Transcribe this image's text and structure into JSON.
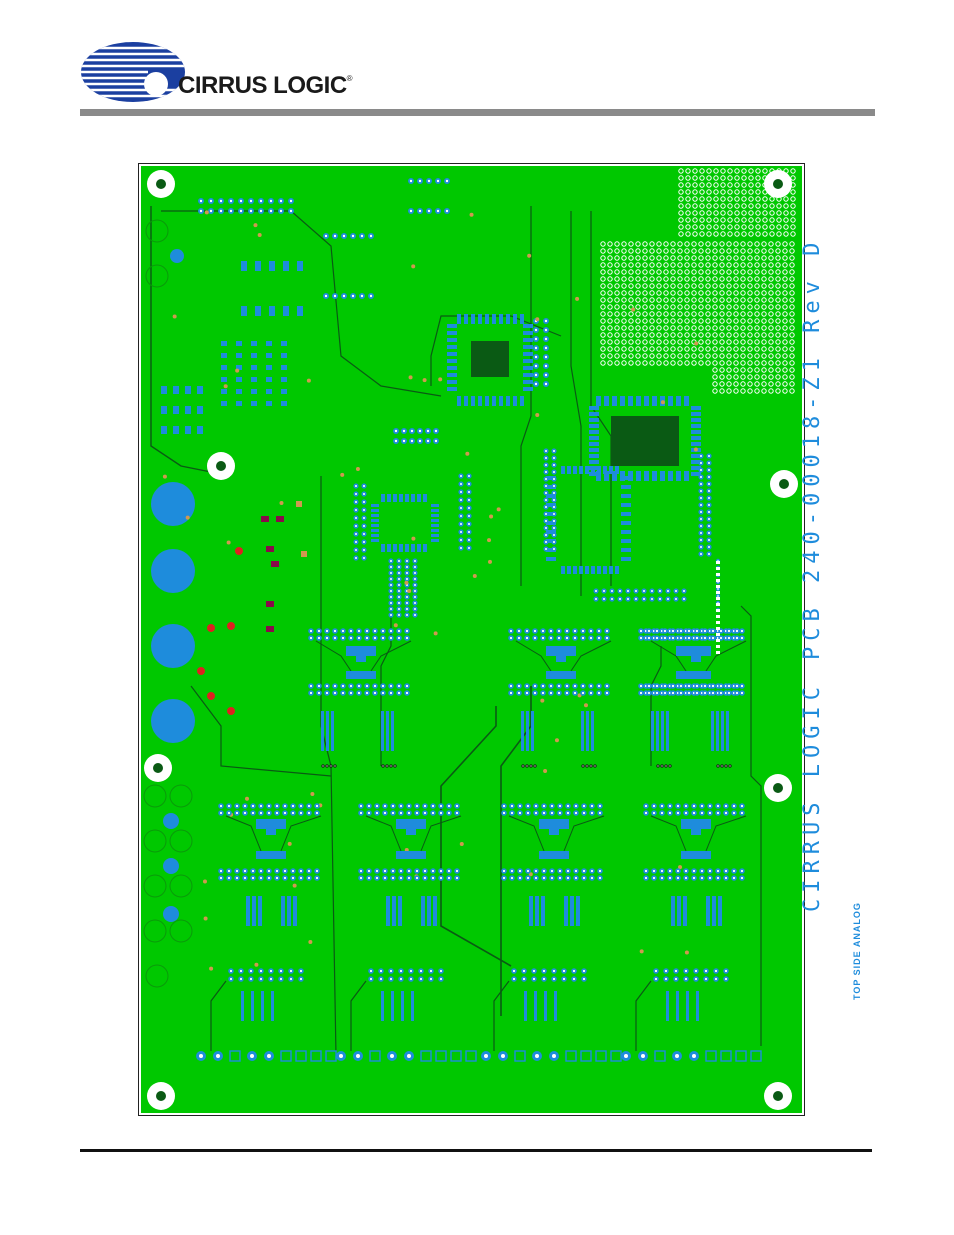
{
  "header": {
    "brand_name": "CIRRUS LOGIC",
    "trademark": "®",
    "logo_colors": {
      "blue": "#1b3fa0",
      "accent_red": "#c8102e"
    }
  },
  "board": {
    "pcb_label": "PCB 240-00018-Z1 Rev D",
    "brand_label": "CIRRUS LOGIC",
    "side_label": "TOP SIDE ANALOG",
    "colors": {
      "copper": "#00c800",
      "trace": "#0a5a14",
      "pad": "#1e8cdc",
      "drill": "#ffffff",
      "silk": "#1e8cdc",
      "paste": "#d09850",
      "marker_red": "#e02020",
      "marker_purple": "#8a0a4a"
    }
  }
}
